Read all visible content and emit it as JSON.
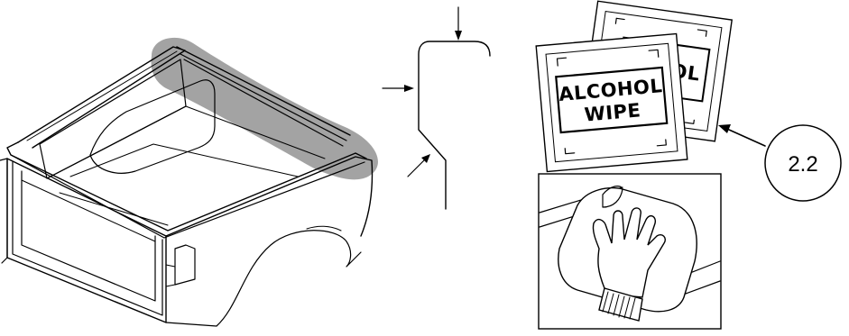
{
  "illustration": {
    "wipe_packet_front": {
      "line1": "ALCOHOL",
      "line2": "WIPE"
    },
    "wipe_packet_back": {
      "partial_text": "OL"
    },
    "step_callout": {
      "label": "2.2"
    },
    "highlight_color": "#8c8c8c",
    "icons": [
      "truck-bed-icon",
      "bed-rail-profile-icon",
      "alcohol-wipe-icon",
      "gloved-hand-wiping-icon"
    ]
  }
}
